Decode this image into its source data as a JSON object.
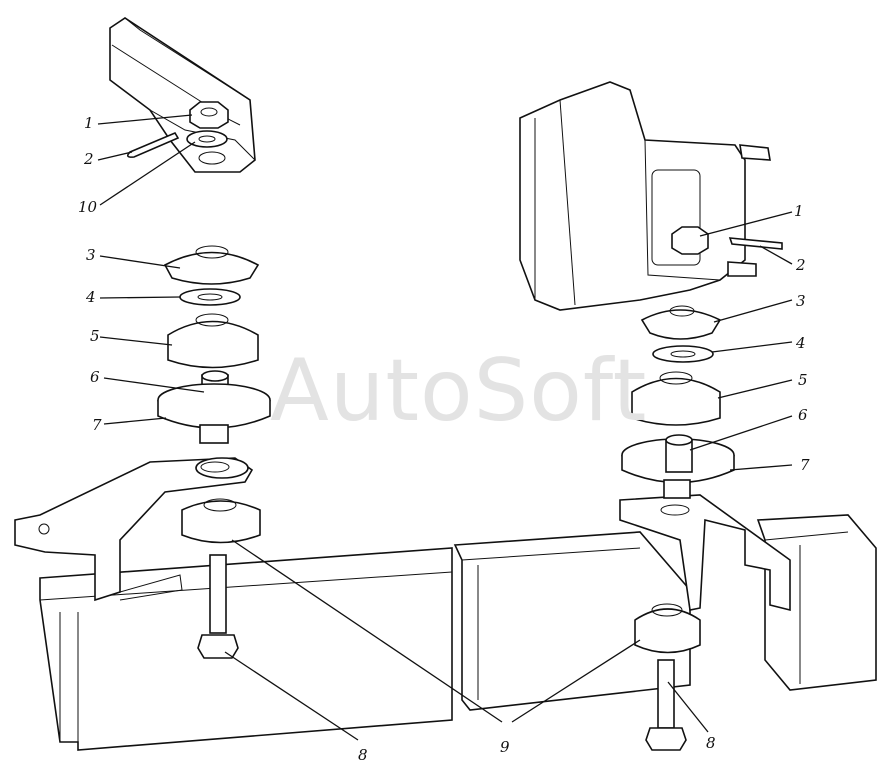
{
  "watermark": "AutoSoft",
  "callouts_left": {
    "c1": "1",
    "c2": "2",
    "c10": "10",
    "c3": "3",
    "c4": "4",
    "c5": "5",
    "c6": "6",
    "c7": "7"
  },
  "callouts_right": {
    "c1": "1",
    "c2": "2",
    "c3": "3",
    "c4": "4",
    "c5": "5",
    "c6": "6",
    "c7": "7"
  },
  "callouts_bottom": {
    "c8a": "8",
    "c9": "9",
    "c8b": "8"
  }
}
